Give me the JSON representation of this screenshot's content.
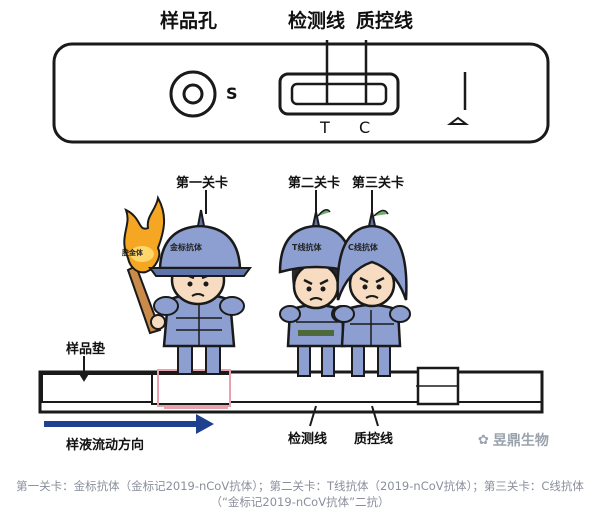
{
  "top_labels": {
    "sample_well": "样品孔",
    "test_line": "检测线",
    "control_line": "质控线",
    "s_mark": "S",
    "t_mark": "T",
    "c_mark": "C"
  },
  "bottom_labels": {
    "gate1": "第一关卡",
    "gate2": "第二关卡",
    "gate3": "第三关卡",
    "sample_pad": "样品垫",
    "flow_direction": "样液流动方向",
    "test_line": "检测线",
    "control_line": "质控线"
  },
  "characters": {
    "c1_helmet": "金标抗体",
    "c2_helmet": "T线抗体",
    "c3_helmet": "C线抗体",
    "torch_tag": "胶金体"
  },
  "watermark": "昱鼎生物",
  "caption": "第一关卡：金标抗体（金标记2019-nCoV抗体）；第二关卡：T线抗体（2019-nCoV抗体）；第三关卡：C线抗体（“金标记2019-nCoV抗体”二抗）",
  "colors": {
    "stroke": "#1a1a1a",
    "armor": "#8c9fd0",
    "armor_dark": "#5f74aa",
    "skin": "#f7dcc2",
    "hair": "#2a2a2a",
    "pink": "#e8a2ae",
    "flame": "#f5a623",
    "arrow_blue": "#1f3f8f"
  }
}
